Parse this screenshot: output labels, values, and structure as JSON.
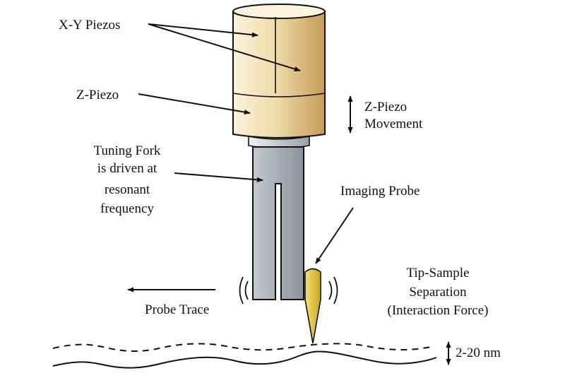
{
  "labels": {
    "xy_piezos": "X-Y Piezos",
    "z_piezo": "Z-Piezo",
    "z_piezo_movement": [
      "Z-Piezo",
      "Movement"
    ],
    "tuning_fork": [
      "Tuning Fork",
      "is driven at",
      "resonant",
      "frequency"
    ],
    "imaging_probe": "Imaging Probe",
    "tip_sample": [
      "Tip-Sample",
      "Separation",
      "(Interaction Force)"
    ],
    "probe_trace": "Probe Trace",
    "separation_range": "2-20 nm"
  },
  "colors": {
    "piezo_light": "#faf1d8",
    "piezo_dark": "#c9a25f",
    "fork_fill": "#9aa0a8",
    "probe_fill": "#e4c93c",
    "outline": "#111111"
  }
}
